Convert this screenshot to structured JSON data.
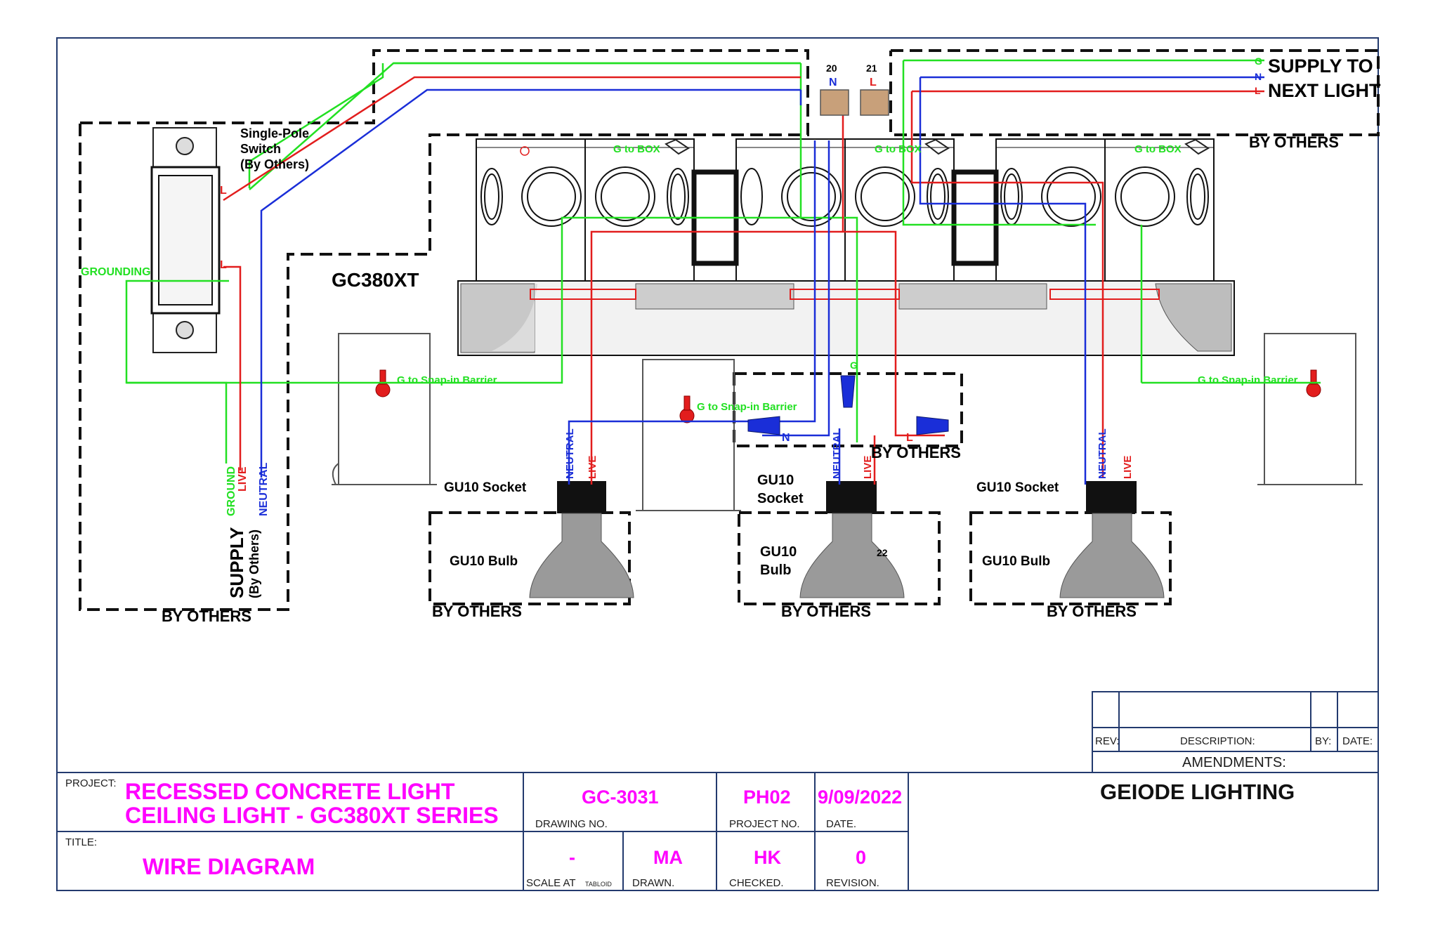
{
  "switch": {
    "label_lines": [
      "Single-Pole",
      "Switch",
      "(By Others)"
    ],
    "grounding": "GROUNDING",
    "terminal_live": "L"
  },
  "supply_left": {
    "title": "SUPPLY",
    "subtitle": "(By Others)",
    "wire_ground": "GROUND",
    "wire_live": "LIVE",
    "wire_neutral": "NEUTRAL",
    "by_others": "BY OTHERS"
  },
  "supply_right": {
    "line1": "SUPPLY TO",
    "line2": "NEXT LIGHT",
    "g": "G",
    "n": "N",
    "l": "L",
    "by_others": "BY OTHERS"
  },
  "connectors": {
    "n_label": "N",
    "l_label": "L",
    "num_20": "20",
    "num_21": "21"
  },
  "fixture": {
    "model": "GC380XT",
    "g_to_box": "G to BOX",
    "g_to_barrier": "G to Snap-in Barrier"
  },
  "lamps": {
    "socket": "GU10 Socket",
    "socket_line1": "GU10",
    "socket_line2": "Socket",
    "bulb": "GU10 Bulb",
    "bulb_line1": "GU10",
    "bulb_line2": "Bulb",
    "neutral": "NEUTRAL",
    "live": "LIVE",
    "by_others": "BY OTHERS",
    "num_22": "22"
  },
  "junction": {
    "n_label": "N",
    "l_label": "L",
    "g_label": "G",
    "by_others": "BY OTHERS"
  },
  "title_block": {
    "amendments_headers": {
      "rev": "REV:",
      "description": "DESCRIPTION:",
      "by": "BY:",
      "date": "DATE:"
    },
    "amendments_title": "AMENDMENTS:",
    "project_caption": "PROJECT:",
    "project_line1": "RECESSED CONCRETE LIGHT",
    "project_line2": "CEILING LIGHT - GC380XT SERIES",
    "title_caption": "TITLE:",
    "title_value": "WIRE DIAGRAM",
    "drawing_no": "GC-3031",
    "drawing_no_caption": "DRAWING  NO.",
    "project_no": "PH02",
    "project_no_caption": "PROJECT  NO.",
    "date": "9/09/2022",
    "date_caption": "DATE.",
    "scale": "-",
    "scale_caption": "SCALE  AT",
    "scale_paper": "TABLOID",
    "drawn": "MA",
    "drawn_caption": "DRAWN.",
    "checked": "HK",
    "checked_caption": "CHECKED.",
    "revision": "0",
    "revision_caption": "REVISION.",
    "company": "GEIODE LIGHTING"
  },
  "colors": {
    "ground": "#22e022",
    "neutral": "#1a2ed8",
    "live": "#e21d1d",
    "title_text": "#ff00ff",
    "frame": "#233a6e",
    "dashed": "#111111"
  }
}
